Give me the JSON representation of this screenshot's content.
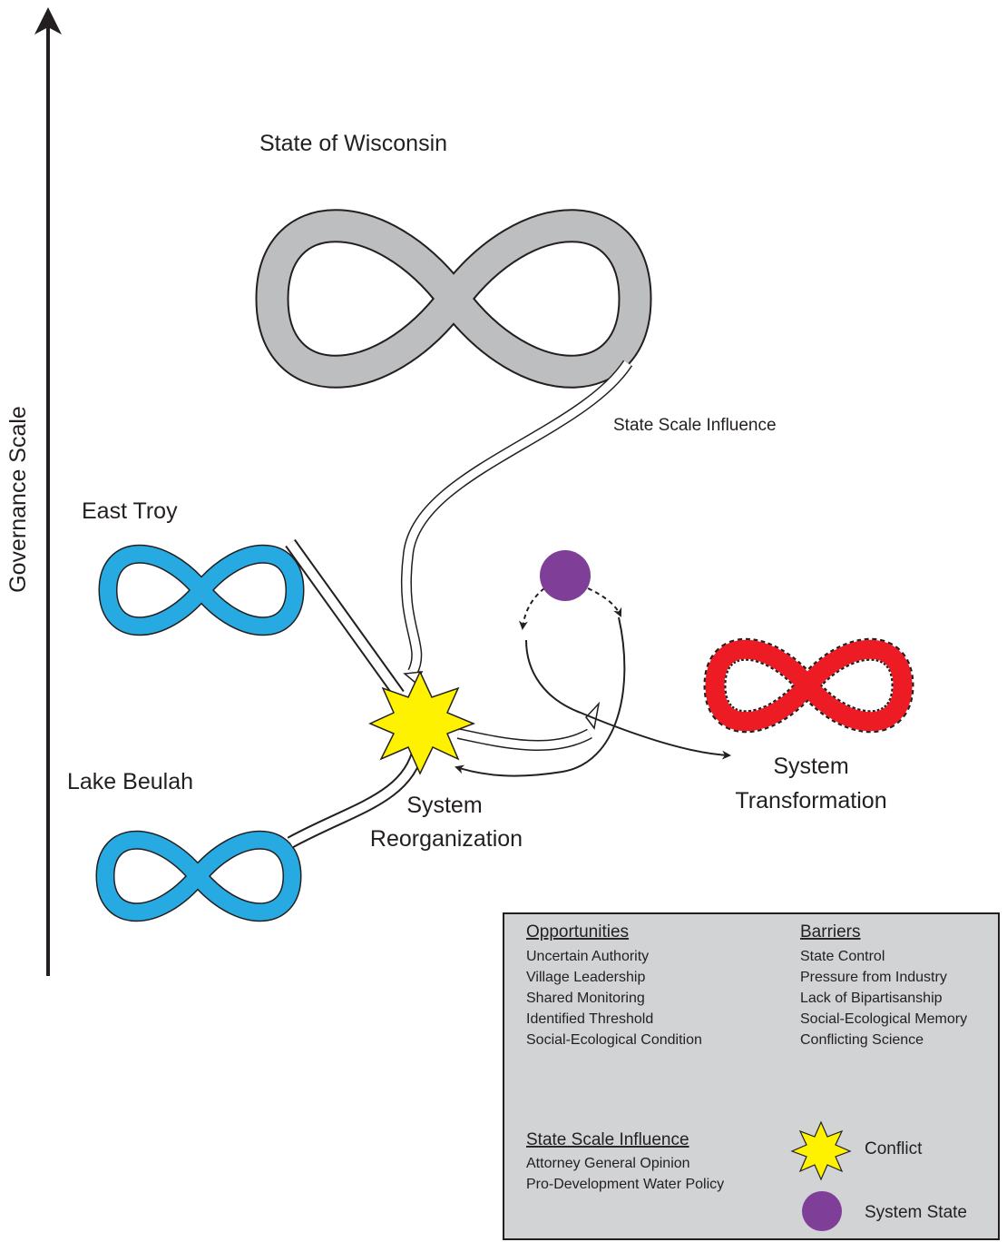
{
  "axis": {
    "label": "Governance Scale"
  },
  "nodes": {
    "state": {
      "label": "State of Wisconsin",
      "color": "#bcbec0"
    },
    "east_troy": {
      "label": "East Troy",
      "color": "#27aae1"
    },
    "lake_beulah": {
      "label": "Lake Beulah",
      "color": "#27aae1"
    },
    "transformation": {
      "label_line1": "System",
      "label_line2": "Transformation",
      "color": "#ed1c24"
    },
    "reorganization": {
      "label_line1": "System",
      "label_line2": "Reorganization",
      "color": "#fff200"
    },
    "system_state": {
      "color": "#7f3f98"
    }
  },
  "edges": {
    "state_influence_label": "State Scale Influence"
  },
  "legend": {
    "opportunities": {
      "title": "Opportunities",
      "items": [
        "Uncertain Authority",
        "Village Leadership",
        "Shared Monitoring",
        "Identified Threshold",
        "Social-Ecological Condition"
      ]
    },
    "barriers": {
      "title": "Barriers",
      "items": [
        "State Control",
        "Pressure from Industry",
        "Lack of Bipartisanship",
        "Social-Ecological Memory",
        "Conflicting Science"
      ]
    },
    "state_influence": {
      "title": "State Scale Influence",
      "items": [
        "Attorney General Opinion",
        "Pro-Development Water Policy"
      ]
    },
    "symbols": {
      "conflict": "Conflict",
      "system_state": "System State"
    },
    "background": "#d1d3d4"
  }
}
